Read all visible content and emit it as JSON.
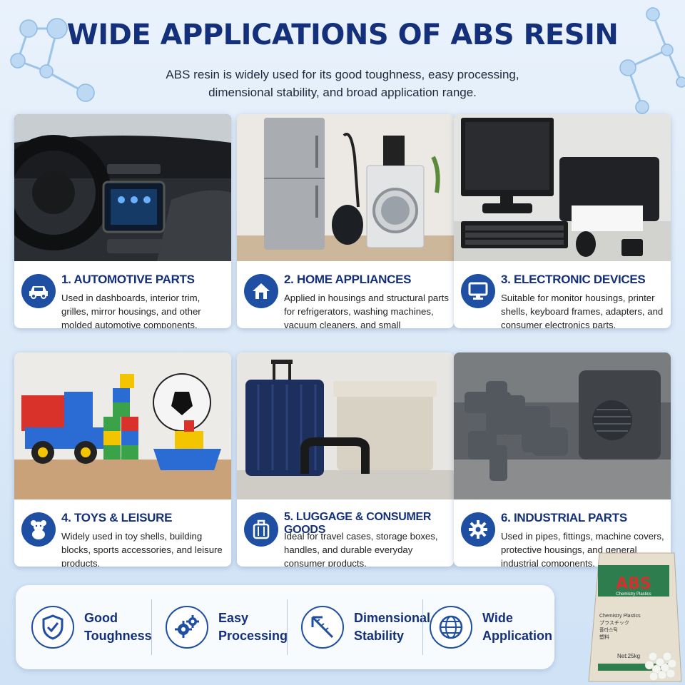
{
  "header": {
    "title": "WIDE APPLICATIONS OF ABS RESIN",
    "subtitle_line1": "ABS resin is widely used for its good toughness, easy processing,",
    "subtitle_line2": "dimensional stability, and broad application range."
  },
  "applications": [
    {
      "title": "1. AUTOMOTIVE PARTS",
      "description": "Used in dashboards, interior trim, grilles, mirror housings, and other molded automotive components.",
      "icon": "car-icon"
    },
    {
      "title": "2. HOME APPLIANCES",
      "description": "Applied in housings and structural parts for refrigerators, washing machines, vacuum cleaners, and small appliances.",
      "icon": "house-icon"
    },
    {
      "title": "3. ELECTRONIC DEVICES",
      "description": "Suitable for monitor housings, printer shells, keyboard frames, adapters, and consumer electronics parts.",
      "icon": "monitor-icon"
    },
    {
      "title": "4. TOYS & LEISURE",
      "description": "Widely used in toy shells, building blocks, sports accessories, and leisure products.",
      "icon": "teddy-bear-icon"
    },
    {
      "title": "5. LUGGAGE & CONSUMER GOODS",
      "description": "Ideal for travel cases, storage boxes, handles, and durable everyday consumer products.",
      "icon": "suitcase-icon"
    },
    {
      "title": "6. INDUSTRIAL PARTS",
      "description": "Used in pipes, fittings, machine covers, protective housings, and general industrial components.",
      "icon": "gear-icon"
    }
  ],
  "properties": [
    {
      "line1": "Good",
      "line2": "Toughness",
      "icon": "shield-check-icon"
    },
    {
      "line1": "Easy",
      "line2": "Processing",
      "icon": "gears-icon"
    },
    {
      "line1": "Dimensional",
      "line2": "Stability",
      "icon": "caliper-icon"
    },
    {
      "line1": "Wide",
      "line2": "Application",
      "icon": "globe-icon"
    }
  ],
  "bag": {
    "brand": "ABS",
    "line1": "Chemistry Plastics",
    "line2": "プラスチック",
    "line3": "플라스틱",
    "line4": "塑料",
    "weight": "Net:25kg"
  },
  "colors": {
    "brand_navy": "#14307a",
    "icon_blue": "#1e4fa3",
    "bag_green": "#2e7d4f",
    "bag_red": "#d2322d"
  }
}
